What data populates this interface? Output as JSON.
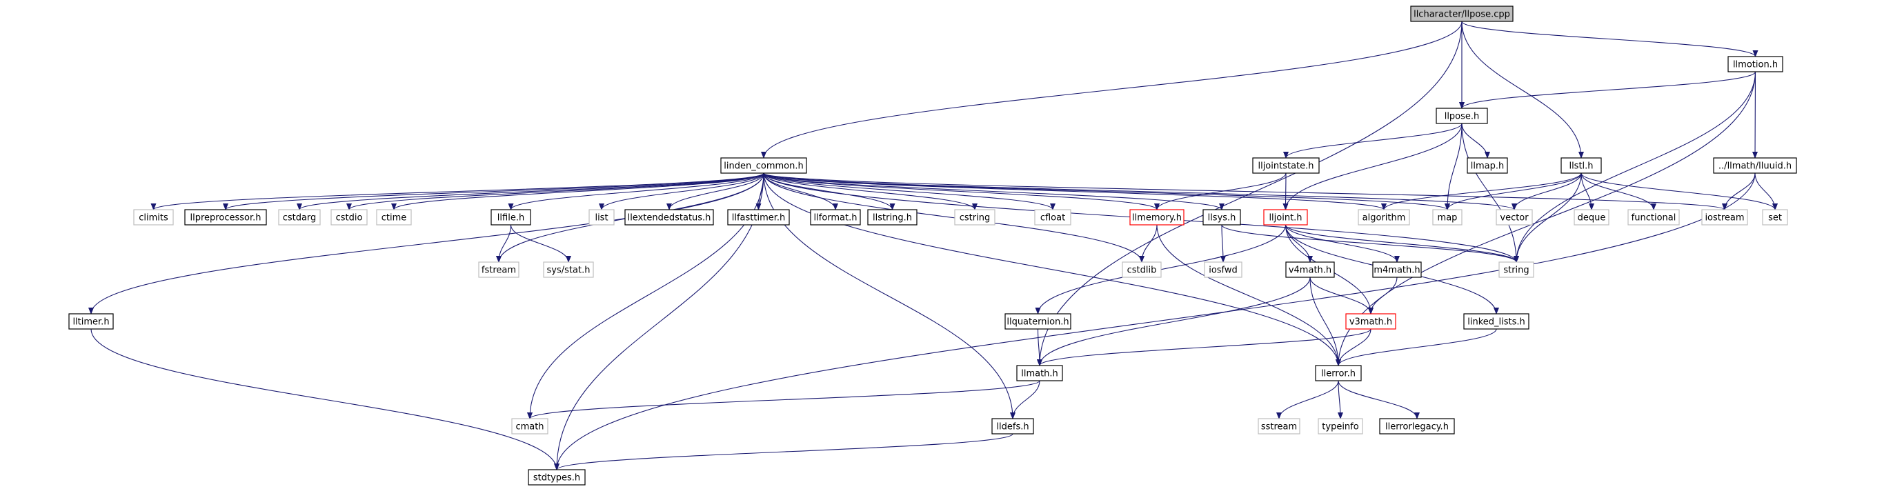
{
  "colors": {
    "edge": "#191970",
    "border_normal": "#000000",
    "border_external": "#bfbfbf",
    "border_truncated": "#ff0000",
    "fill_root": "#bfbfbf",
    "fill_default": "#ffffff",
    "text_external": "#555555"
  },
  "nodes": [
    {
      "id": "llpose_cpp",
      "label": "llcharacter/llpose.cpp",
      "kind": "root"
    },
    {
      "id": "llmotion_h",
      "label": "llmotion.h",
      "kind": "normal"
    },
    {
      "id": "llpose_h",
      "label": "llpose.h",
      "kind": "normal"
    },
    {
      "id": "llstl_h",
      "label": "llstl.h",
      "kind": "normal"
    },
    {
      "id": "lluuid_h",
      "label": "../llmath/lluuid.h",
      "kind": "normal"
    },
    {
      "id": "linden_common_h",
      "label": "linden_common.h",
      "kind": "normal"
    },
    {
      "id": "lljointstate_h",
      "label": "lljointstate.h",
      "kind": "normal"
    },
    {
      "id": "llmap_h",
      "label": "llmap.h",
      "kind": "normal"
    },
    {
      "id": "climits",
      "label": "climits",
      "kind": "external"
    },
    {
      "id": "llpreprocessor_h",
      "label": "llpreprocessor.h",
      "kind": "normal"
    },
    {
      "id": "cstdarg",
      "label": "cstdarg",
      "kind": "external"
    },
    {
      "id": "cstdio",
      "label": "cstdio",
      "kind": "external"
    },
    {
      "id": "ctime",
      "label": "ctime",
      "kind": "external"
    },
    {
      "id": "llfile_h",
      "label": "llfile.h",
      "kind": "normal"
    },
    {
      "id": "list",
      "label": "list",
      "kind": "external"
    },
    {
      "id": "llextendedstatus_h",
      "label": "llextendedstatus.h",
      "kind": "normal"
    },
    {
      "id": "llfasttimer_h",
      "label": "llfasttimer.h",
      "kind": "normal"
    },
    {
      "id": "llformat_h",
      "label": "llformat.h",
      "kind": "normal"
    },
    {
      "id": "llstring_h",
      "label": "llstring.h",
      "kind": "normal"
    },
    {
      "id": "cstring",
      "label": "cstring",
      "kind": "external"
    },
    {
      "id": "cfloat",
      "label": "cfloat",
      "kind": "external"
    },
    {
      "id": "llmemory_h",
      "label": "llmemory.h",
      "kind": "truncated"
    },
    {
      "id": "llsys_h",
      "label": "llsys.h",
      "kind": "normal"
    },
    {
      "id": "lljoint_h",
      "label": "lljoint.h",
      "kind": "truncated"
    },
    {
      "id": "algorithm",
      "label": "algorithm",
      "kind": "external"
    },
    {
      "id": "map",
      "label": "map",
      "kind": "external"
    },
    {
      "id": "vector",
      "label": "vector",
      "kind": "external"
    },
    {
      "id": "deque",
      "label": "deque",
      "kind": "external"
    },
    {
      "id": "functional",
      "label": "functional",
      "kind": "external"
    },
    {
      "id": "iostream",
      "label": "iostream",
      "kind": "external"
    },
    {
      "id": "set",
      "label": "set",
      "kind": "external"
    },
    {
      "id": "fstream",
      "label": "fstream",
      "kind": "external"
    },
    {
      "id": "sys_stat_h",
      "label": "sys/stat.h",
      "kind": "external"
    },
    {
      "id": "cstdlib",
      "label": "cstdlib",
      "kind": "external"
    },
    {
      "id": "iosfwd",
      "label": "iosfwd",
      "kind": "external"
    },
    {
      "id": "v4math_h",
      "label": "v4math.h",
      "kind": "normal"
    },
    {
      "id": "m4math_h",
      "label": "m4math.h",
      "kind": "normal"
    },
    {
      "id": "string",
      "label": "string",
      "kind": "external"
    },
    {
      "id": "lltimer_h",
      "label": "lltimer.h",
      "kind": "normal"
    },
    {
      "id": "llquaternion_h",
      "label": "llquaternion.h",
      "kind": "normal"
    },
    {
      "id": "v3math_h",
      "label": "v3math.h",
      "kind": "truncated"
    },
    {
      "id": "linked_lists_h",
      "label": "linked_lists.h",
      "kind": "normal"
    },
    {
      "id": "llmath_h",
      "label": "llmath.h",
      "kind": "normal"
    },
    {
      "id": "llerror_h",
      "label": "llerror.h",
      "kind": "normal"
    },
    {
      "id": "cmath",
      "label": "cmath",
      "kind": "external"
    },
    {
      "id": "lldefs_h",
      "label": "lldefs.h",
      "kind": "normal"
    },
    {
      "id": "sstream",
      "label": "sstream",
      "kind": "external"
    },
    {
      "id": "typeinfo",
      "label": "typeinfo",
      "kind": "external"
    },
    {
      "id": "llerrorlegacy_h",
      "label": "llerrorlegacy.h",
      "kind": "normal"
    },
    {
      "id": "stdtypes_h",
      "label": "stdtypes.h",
      "kind": "normal"
    }
  ],
  "edges": [
    [
      "llpose_cpp",
      "llmotion_h"
    ],
    [
      "llpose_cpp",
      "llpose_h"
    ],
    [
      "llpose_cpp",
      "llstl_h"
    ],
    [
      "llpose_cpp",
      "linden_common_h"
    ],
    [
      "llpose_cpp",
      "llmath_h"
    ],
    [
      "llmotion_h",
      "llpose_h"
    ],
    [
      "llmotion_h",
      "lluuid_h"
    ],
    [
      "llmotion_h",
      "string"
    ],
    [
      "llmotion_h",
      "llerror_h"
    ],
    [
      "llpose_h",
      "lljointstate_h"
    ],
    [
      "llpose_h",
      "llmap_h"
    ],
    [
      "llpose_h",
      "map"
    ],
    [
      "llpose_h",
      "lljoint_h"
    ],
    [
      "llpose_h",
      "string"
    ],
    [
      "llstl_h",
      "algorithm"
    ],
    [
      "llstl_h",
      "map"
    ],
    [
      "llstl_h",
      "vector"
    ],
    [
      "llstl_h",
      "deque"
    ],
    [
      "llstl_h",
      "functional"
    ],
    [
      "llstl_h",
      "set"
    ],
    [
      "llstl_h",
      "string"
    ],
    [
      "lluuid_h",
      "iostream"
    ],
    [
      "lluuid_h",
      "set"
    ],
    [
      "lluuid_h",
      "stdtypes_h"
    ],
    [
      "lljointstate_h",
      "lljoint_h"
    ],
    [
      "lljointstate_h",
      "llmemory_h"
    ],
    [
      "linden_common_h",
      "climits"
    ],
    [
      "linden_common_h",
      "llpreprocessor_h"
    ],
    [
      "linden_common_h",
      "cstdarg"
    ],
    [
      "linden_common_h",
      "cstdio"
    ],
    [
      "linden_common_h",
      "ctime"
    ],
    [
      "linden_common_h",
      "llfile_h"
    ],
    [
      "linden_common_h",
      "list"
    ],
    [
      "linden_common_h",
      "llextendedstatus_h"
    ],
    [
      "linden_common_h",
      "llfasttimer_h"
    ],
    [
      "linden_common_h",
      "llformat_h"
    ],
    [
      "linden_common_h",
      "llstring_h"
    ],
    [
      "linden_common_h",
      "cstring"
    ],
    [
      "linden_common_h",
      "cfloat"
    ],
    [
      "linden_common_h",
      "llmemory_h"
    ],
    [
      "linden_common_h",
      "llsys_h"
    ],
    [
      "linden_common_h",
      "algorithm"
    ],
    [
      "linden_common_h",
      "map"
    ],
    [
      "linden_common_h",
      "vector"
    ],
    [
      "linden_common_h",
      "iostream"
    ],
    [
      "linden_common_h",
      "string"
    ],
    [
      "linden_common_h",
      "fstream"
    ],
    [
      "linden_common_h",
      "cstdlib"
    ],
    [
      "linden_common_h",
      "lltimer_h"
    ],
    [
      "linden_common_h",
      "cmath"
    ],
    [
      "linden_common_h",
      "stdtypes_h"
    ],
    [
      "linden_common_h",
      "lldefs_h"
    ],
    [
      "linden_common_h",
      "llerror_h"
    ],
    [
      "llfile_h",
      "fstream"
    ],
    [
      "llfile_h",
      "sys_stat_h"
    ],
    [
      "llmemory_h",
      "cstdlib"
    ],
    [
      "llmemory_h",
      "llerror_h"
    ],
    [
      "llsys_h",
      "iosfwd"
    ],
    [
      "llsys_h",
      "string"
    ],
    [
      "lljoint_h",
      "string"
    ],
    [
      "lljoint_h",
      "v4math_h"
    ],
    [
      "lljoint_h",
      "m4math_h"
    ],
    [
      "lljoint_h",
      "v3math_h"
    ],
    [
      "lljoint_h",
      "linked_lists_h"
    ],
    [
      "lljoint_h",
      "llquaternion_h"
    ],
    [
      "v4math_h",
      "v3math_h"
    ],
    [
      "v4math_h",
      "llerror_h"
    ],
    [
      "v4math_h",
      "llmath_h"
    ],
    [
      "m4math_h",
      "v3math_h"
    ],
    [
      "v3math_h",
      "llerror_h"
    ],
    [
      "v3math_h",
      "llmath_h"
    ],
    [
      "linked_lists_h",
      "llerror_h"
    ],
    [
      "llquaternion_h",
      "llmath_h"
    ],
    [
      "llmath_h",
      "cmath"
    ],
    [
      "llmath_h",
      "lldefs_h"
    ],
    [
      "lldefs_h",
      "stdtypes_h"
    ],
    [
      "lltimer_h",
      "stdtypes_h"
    ],
    [
      "llerror_h",
      "sstream"
    ],
    [
      "llerror_h",
      "typeinfo"
    ],
    [
      "llerror_h",
      "llerrorlegacy_h"
    ]
  ]
}
